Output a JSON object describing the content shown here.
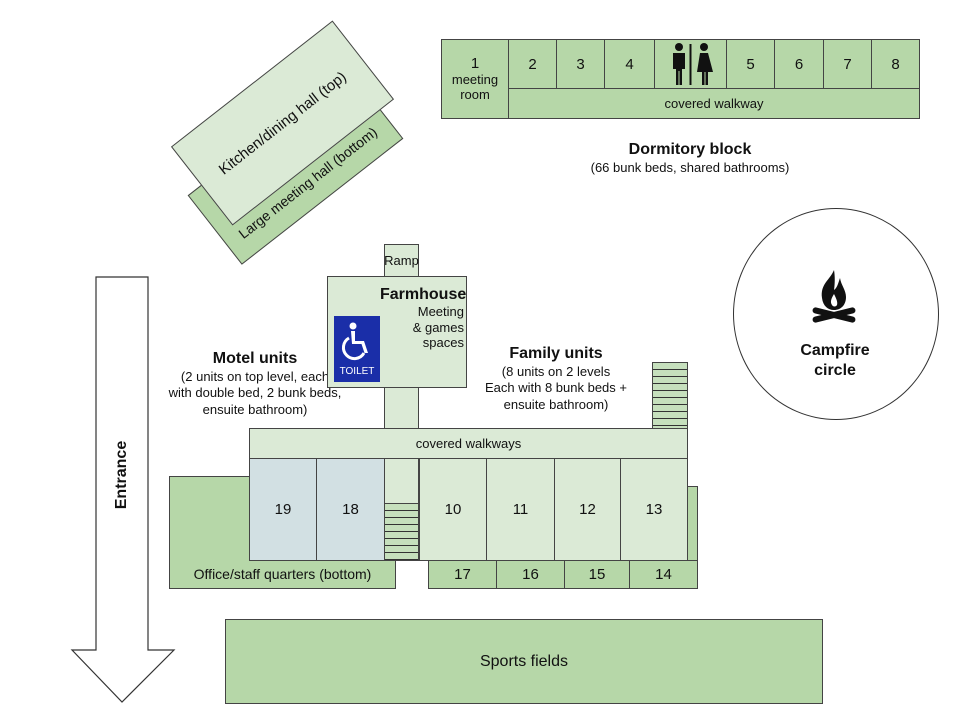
{
  "dormitory": {
    "meeting_room": {
      "number": "1",
      "label_line1": "meeting",
      "label_line2": "room"
    },
    "rooms": [
      "2",
      "3",
      "4",
      "5",
      "6",
      "7",
      "8"
    ],
    "walkway": "covered walkway",
    "title": "Dormitory block",
    "subtitle": "(66 bunk beds, shared bathrooms)",
    "restroom_icon": "restroom-icon"
  },
  "kitchen": {
    "top": "Kitchen/dining hall (top)",
    "bottom": "Large meeting hall (bottom)"
  },
  "campfire": {
    "line1": "Campfire",
    "line2": "circle",
    "icon": "campfire-icon"
  },
  "farmhouse": {
    "title": "Farmhouse",
    "line1": "Meeting",
    "line2": "& games",
    "line3": "spaces",
    "ramp": "Ramp",
    "accessible_icon": "wheelchair-icon",
    "toilet": "TOILET"
  },
  "motel": {
    "title": "Motel units",
    "line1": "(2 units on top level, each",
    "line2": "with double bed, 2 bunk beds,",
    "line3": "ensuite bathroom)",
    "units": [
      "19",
      "18"
    ]
  },
  "family": {
    "title": "Family units",
    "line1": "(8 units on 2 levels",
    "line2": "Each with 8 bunk beds +",
    "line3": "ensuite bathroom)",
    "top_units": [
      "10",
      "11",
      "12",
      "13"
    ],
    "bottom_units": [
      "17",
      "16",
      "15",
      "14"
    ]
  },
  "walkways": "covered walkways",
  "office": "Office/staff quarters (bottom)",
  "entrance": "Entrance",
  "sports": "Sports fields",
  "colors": {
    "green": "#c6e0bd",
    "light_green": "#dbead6",
    "motel_blue": "#d2e0e3",
    "toilet_blue": "#1a2ea8"
  }
}
